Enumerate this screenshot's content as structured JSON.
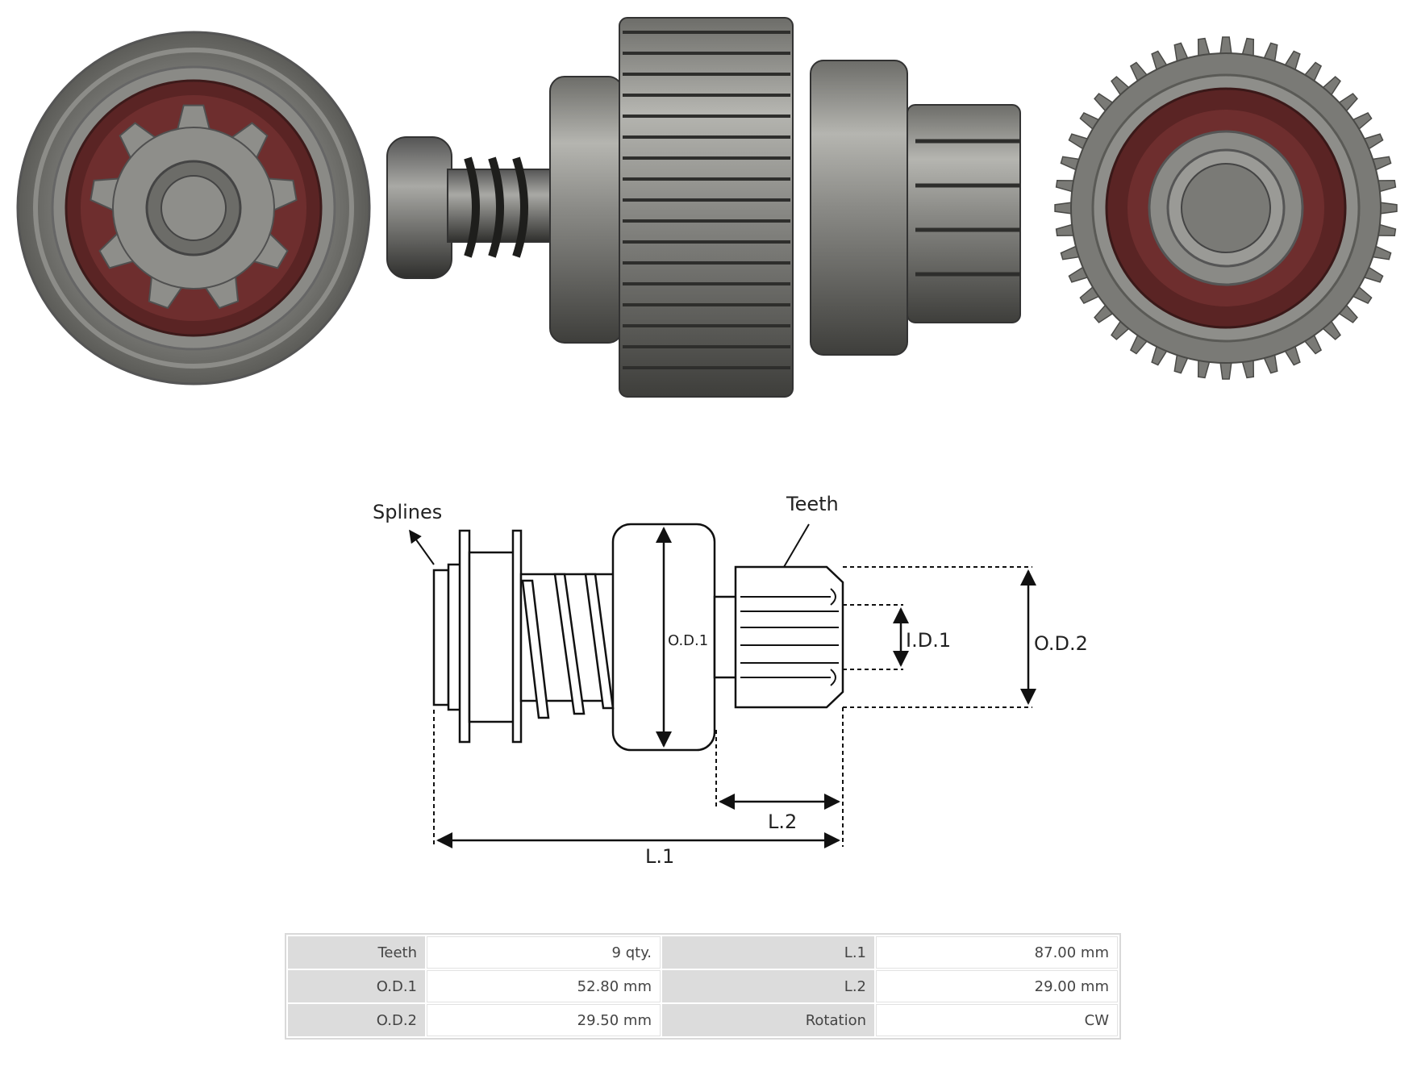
{
  "diagram": {
    "callouts": {
      "splines": "Splines",
      "teeth": "Teeth"
    },
    "dimensions": {
      "od1": "O.D.1",
      "od2": "O.D.2",
      "id1": "I.D.1",
      "l1": "L.1",
      "l2": "L.2"
    }
  },
  "specs": {
    "rows": [
      {
        "label_a": "Teeth",
        "value_a": "9 qty.",
        "label_b": "L.1",
        "value_b": "87.00 mm"
      },
      {
        "label_a": "O.D.1",
        "value_a": "52.80 mm",
        "label_b": "L.2",
        "value_b": "29.00 mm"
      },
      {
        "label_a": "O.D.2",
        "value_a": "29.50 mm",
        "label_b": "Rotation",
        "value_b": "CW"
      }
    ]
  }
}
